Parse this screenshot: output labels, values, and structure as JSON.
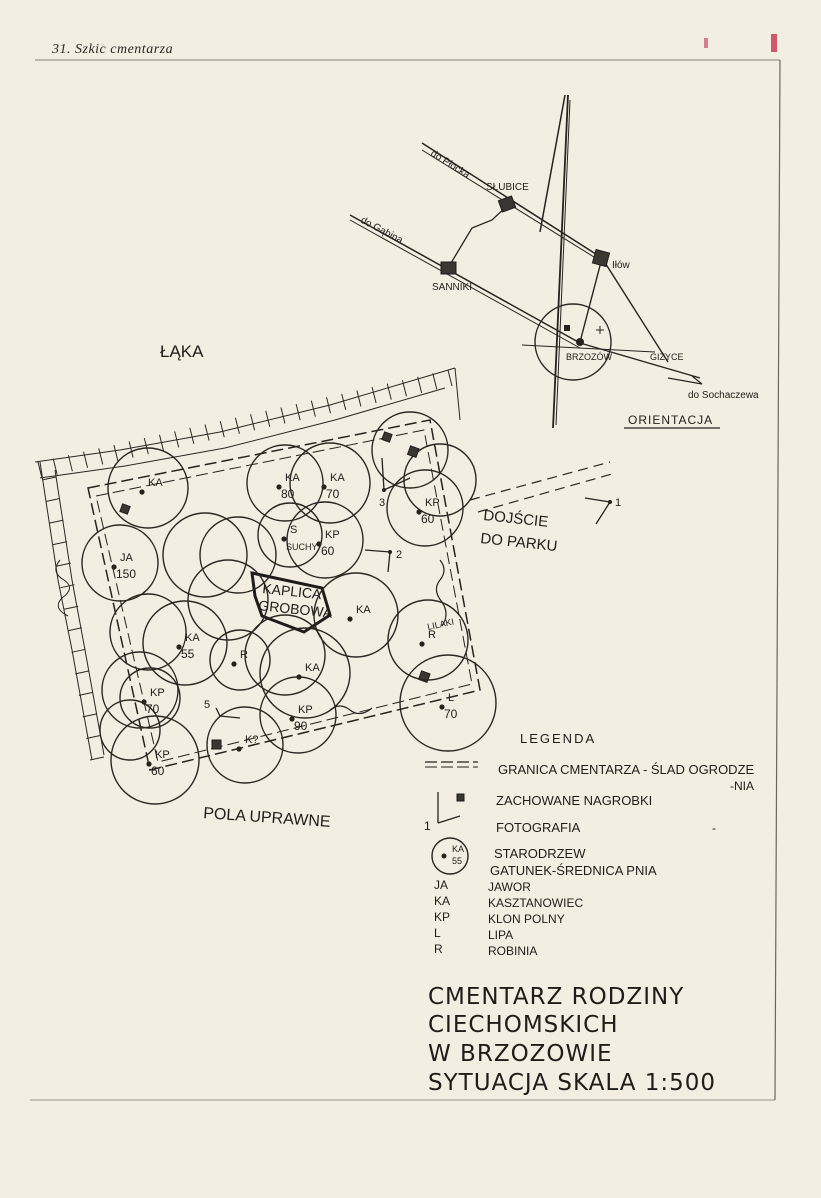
{
  "header": {
    "title": "31. Szkic cmentarza"
  },
  "areas": {
    "meadow": "ŁĄKA",
    "fields": "POLA UPRAWNE",
    "park_path_1": "DOJŚCIE",
    "park_path_2": "DO PARKU",
    "lilacs": "LILAKI",
    "chapel_1": "KAPLICA",
    "chapel_2": "GROBOWA"
  },
  "photo_points": [
    "1",
    "2",
    "3",
    "5"
  ],
  "trees": [
    {
      "species": "KA",
      "size": ""
    },
    {
      "species": "JA",
      "size": "150"
    },
    {
      "species": "KA",
      "size": "80"
    },
    {
      "species": "KA",
      "size": "70"
    },
    {
      "species": "KP",
      "size": "60"
    },
    {
      "species": "KP",
      "size": "60"
    },
    {
      "species": "S",
      "size": "SUCHY"
    },
    {
      "species": "KA",
      "size": "55"
    },
    {
      "species": "R",
      "size": ""
    },
    {
      "species": "KA",
      "size": ""
    },
    {
      "species": "KA",
      "size": ""
    },
    {
      "species": "KP",
      "size": "70"
    },
    {
      "species": "KP",
      "size": "60"
    },
    {
      "species": "KP",
      "size": "90"
    },
    {
      "species": "K?",
      "size": ""
    },
    {
      "species": "R",
      "size": ""
    },
    {
      "species": "L",
      "size": "70"
    }
  ],
  "orientation": {
    "label": "ORIENTACJA",
    "places": {
      "slubice": "SŁUBICE",
      "sanniki": "SANNIKI",
      "ilow": "Iłów",
      "brzozow": "BRZOZÓW",
      "gizyce": "GIŻYCE"
    },
    "directions": {
      "plock": "do Płocka",
      "gabin": "do Gąbina",
      "sochaczew": "do Sochaczewa"
    }
  },
  "legend": {
    "title": "LEGENDA",
    "items": [
      {
        "symbol": "boundary-line",
        "text": "GRANICA CMENTARZA - ŚLAD OGRODZE",
        "text2": "-NIA"
      },
      {
        "symbol": "grave",
        "text": "ZACHOWANE NAGROBKI"
      },
      {
        "symbol": "photo",
        "number": "1",
        "text": "FOTOGRAFIA"
      },
      {
        "symbol": "tree",
        "species": "KA",
        "size": "55",
        "text": "STARODRZEW",
        "text2": "GATUNEK-ŚREDNICA PNIA"
      }
    ],
    "abbreviations": [
      {
        "abbr": "JA",
        "name": "JAWOR"
      },
      {
        "abbr": "KA",
        "name": "KASZTANOWIEC"
      },
      {
        "abbr": "KP",
        "name": "KLON POLNY"
      },
      {
        "abbr": "L",
        "name": "LIPA"
      },
      {
        "abbr": "R",
        "name": "ROBINIA"
      }
    ]
  },
  "title_block": {
    "line1": "CMENTARZ RODZINY",
    "line2": "CIECHOMSKICH",
    "line3": "W BRZOZOWIE",
    "line4": "SYTUACJA SKALA 1:500"
  }
}
